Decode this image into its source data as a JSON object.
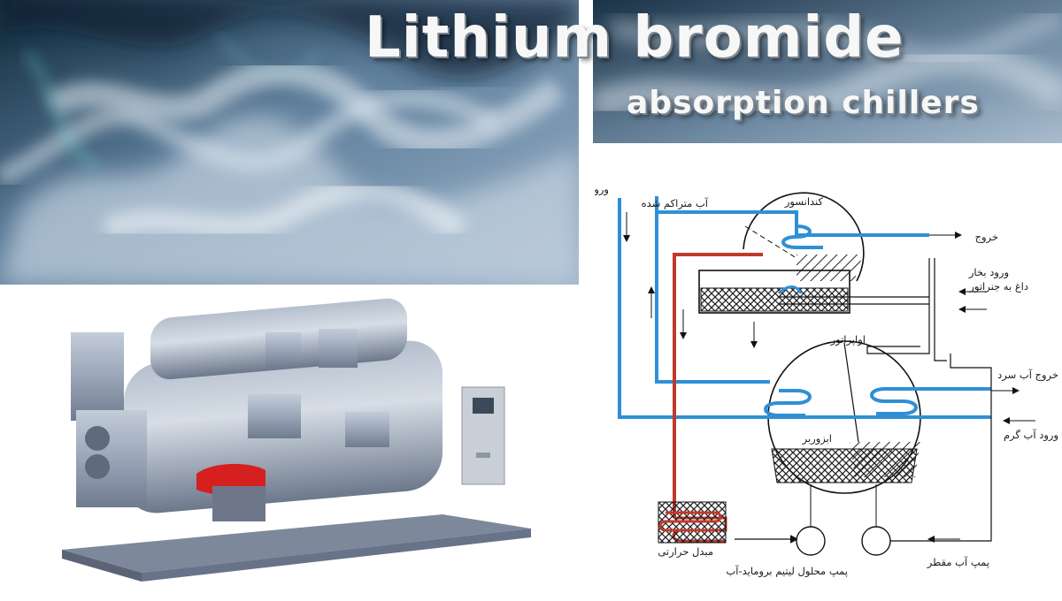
{
  "banner": {
    "title": "Lithium bromide",
    "subtitle": "absorption chillers"
  },
  "colors": {
    "chilled_water_pipe": "#2f8fd6",
    "hot_water_pipe": "#c0392b",
    "smoke_bg": "#8fa6bf",
    "machine_body": "#9aa6b8",
    "burner": "#d62020"
  },
  "diagram": {
    "labels": {
      "condensate_inlet": "ورود",
      "condensed_water": "آب متراکم شده",
      "condenser": "کندانسور",
      "outlet": "خروج",
      "steam_inlet": "ورود بخار",
      "to_generator": "داغ به جنراتور",
      "evaporator": "اواپراتور",
      "chilled_water_out": "خروج آب سرد",
      "absorber": "ابزوربر",
      "warm_water_in": "ورود آب گرم",
      "heat_exchanger": "مبدل حرارتی",
      "refrigerant_pump": "پمپ آب مقطر",
      "solution_pump": "پمپ محلول لیتیم بروماید-آب"
    }
  }
}
